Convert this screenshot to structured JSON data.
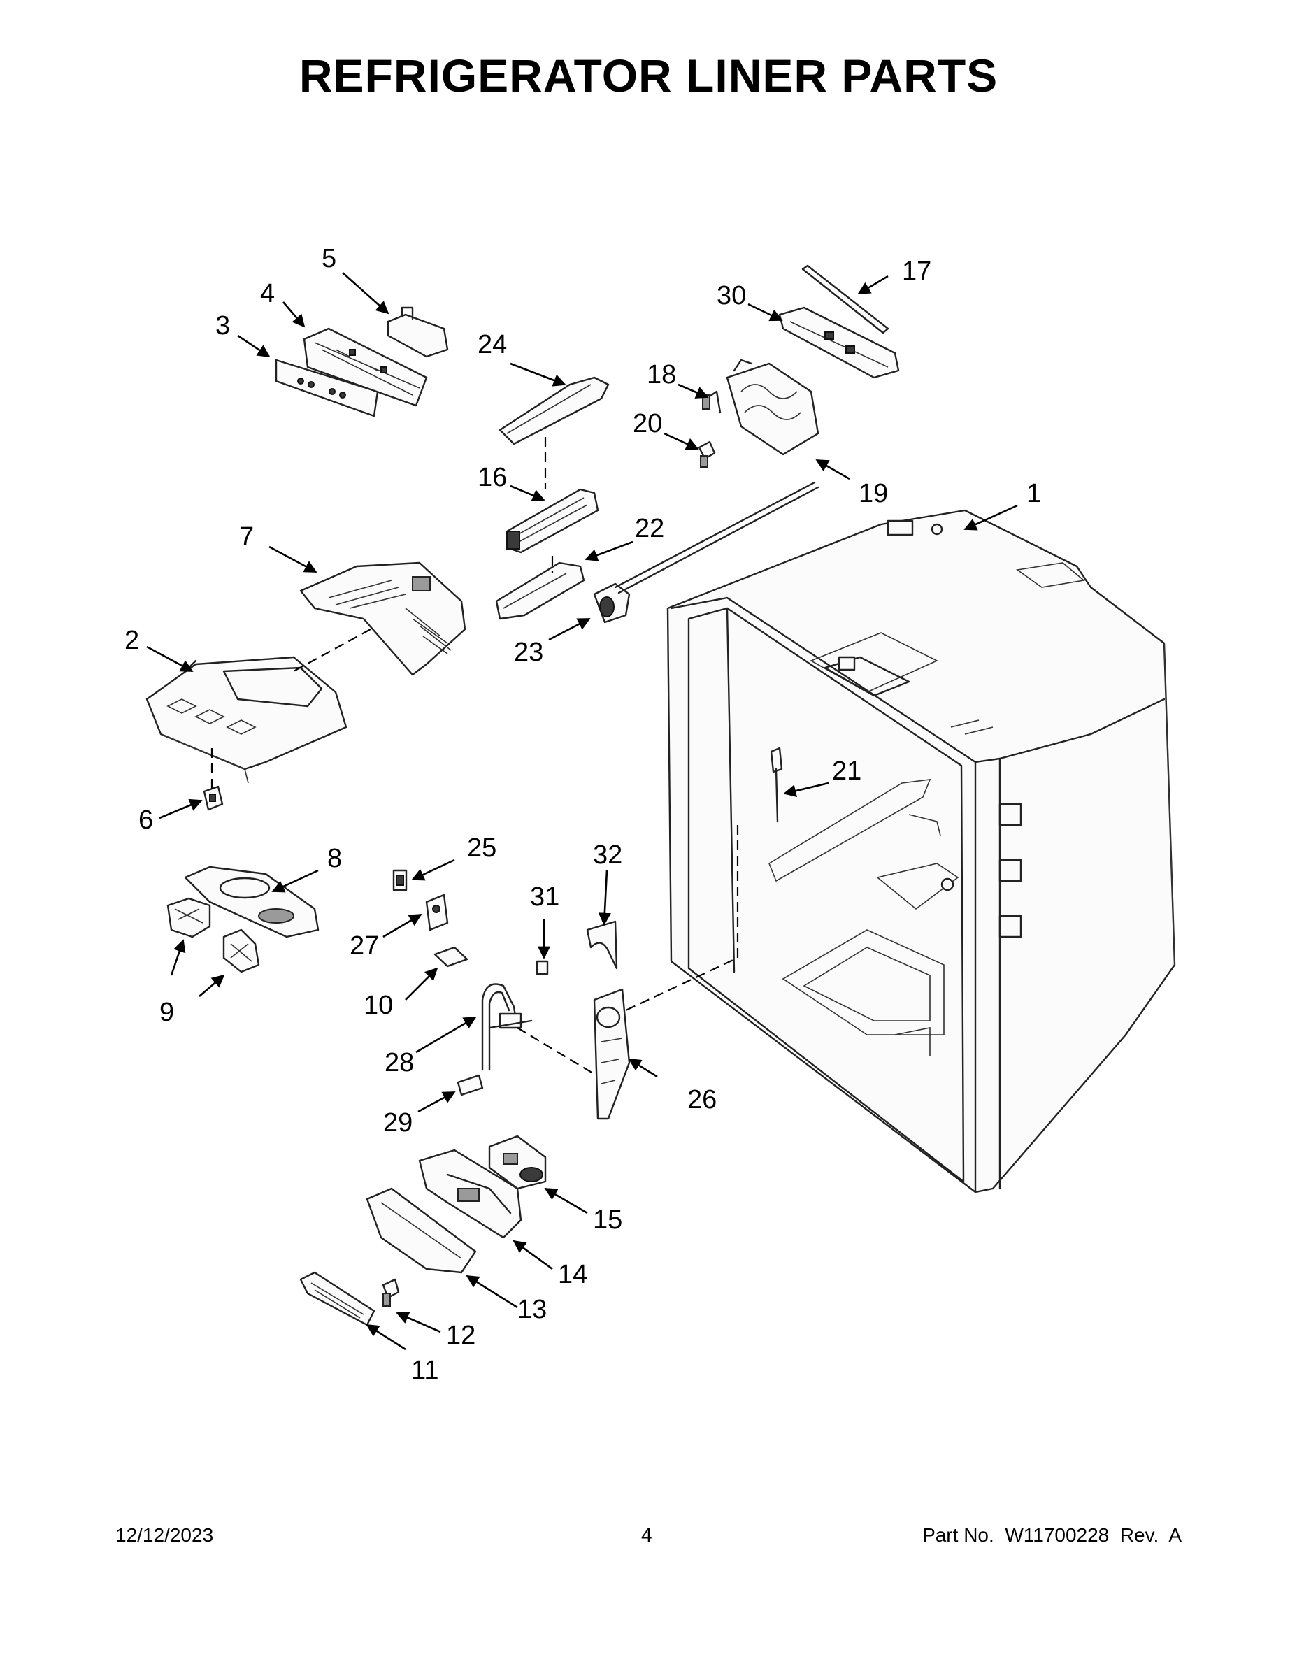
{
  "title": "REFRIGERATOR LINER PARTS",
  "footer": {
    "date": "12/12/2023",
    "page": "4",
    "part_no": "Part No.  W11700228  Rev.  A"
  },
  "callouts": [
    "1",
    "2",
    "3",
    "4",
    "5",
    "6",
    "7",
    "8",
    "9",
    "10",
    "11",
    "12",
    "13",
    "14",
    "15",
    "16",
    "17",
    "18",
    "19",
    "20",
    "21",
    "22",
    "23",
    "24",
    "25",
    "26",
    "27",
    "28",
    "29",
    "30",
    "31",
    "32"
  ]
}
